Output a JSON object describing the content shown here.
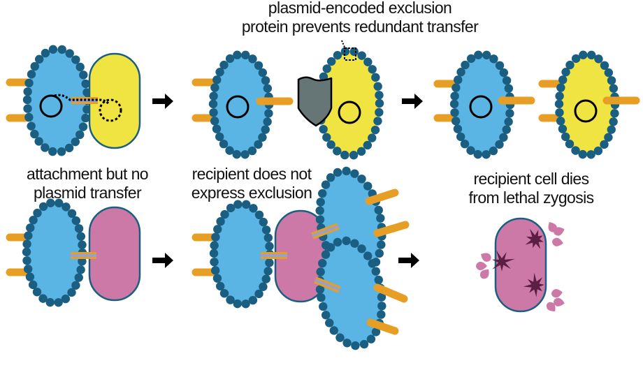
{
  "colors": {
    "donor_cell": "#5ab4e4",
    "transconjugant_cell": "#f0e442",
    "recipient_cell": "#cc79a7",
    "surface_protein": "#1a5f82",
    "pilus": "#e69f24",
    "shield": "#667676",
    "damage": "#5a1f42",
    "arrow": "#000000"
  },
  "labels": {
    "exclusion_title_line1": "plasmid-encoded exclusion",
    "exclusion_title_line2": "protein prevents redundant transfer",
    "attachment_line1": "attachment but no",
    "attachment_line2": "plasmid transfer",
    "no_exclusion_line1": "recipient does not",
    "no_exclusion_line2": "express exclusion",
    "death_line1": "recipient cell dies",
    "death_line2": "from lethal zygosis"
  },
  "panels": [
    {
      "row": 1,
      "step": 1,
      "description": "donor cell transfers plasmid to yellow recipient"
    },
    {
      "row": 1,
      "step": 2,
      "description": "exclusion protein shield blocks redundant transfer"
    },
    {
      "row": 1,
      "step": 3,
      "description": "two plasmid-bearing cells"
    },
    {
      "row": 2,
      "step": 1,
      "description": "donor attaches to pink recipient"
    },
    {
      "row": 2,
      "step": 2,
      "description": "multiple donors attach to pink recipient"
    },
    {
      "row": 2,
      "step": 3,
      "description": "recipient dies"
    }
  ]
}
